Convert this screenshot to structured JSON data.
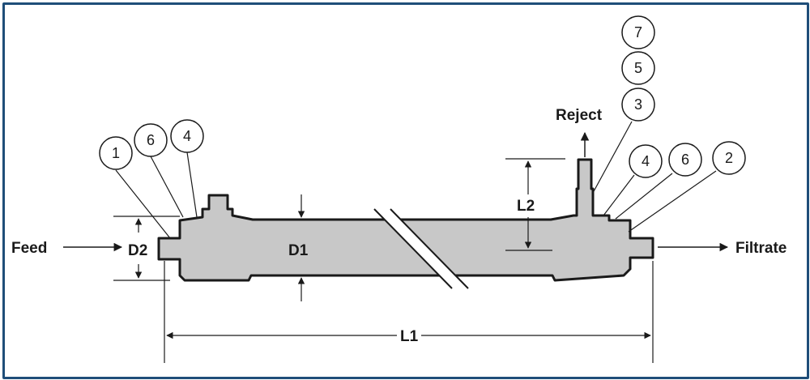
{
  "diagram": {
    "labels": {
      "feed": "Feed",
      "filtrate": "Filtrate",
      "reject": "Reject",
      "d1": "D1",
      "d2": "D2",
      "l1": "L1",
      "l2": "L2"
    },
    "callouts": {
      "left": [
        "1",
        "6",
        "4"
      ],
      "right": [
        "4",
        "6",
        "2"
      ],
      "reject_stack": [
        "7",
        "5",
        "3"
      ]
    },
    "colors": {
      "border": "#1f4e79",
      "body_fill": "#c8c8c8",
      "outline": "#1a1a1a"
    }
  }
}
